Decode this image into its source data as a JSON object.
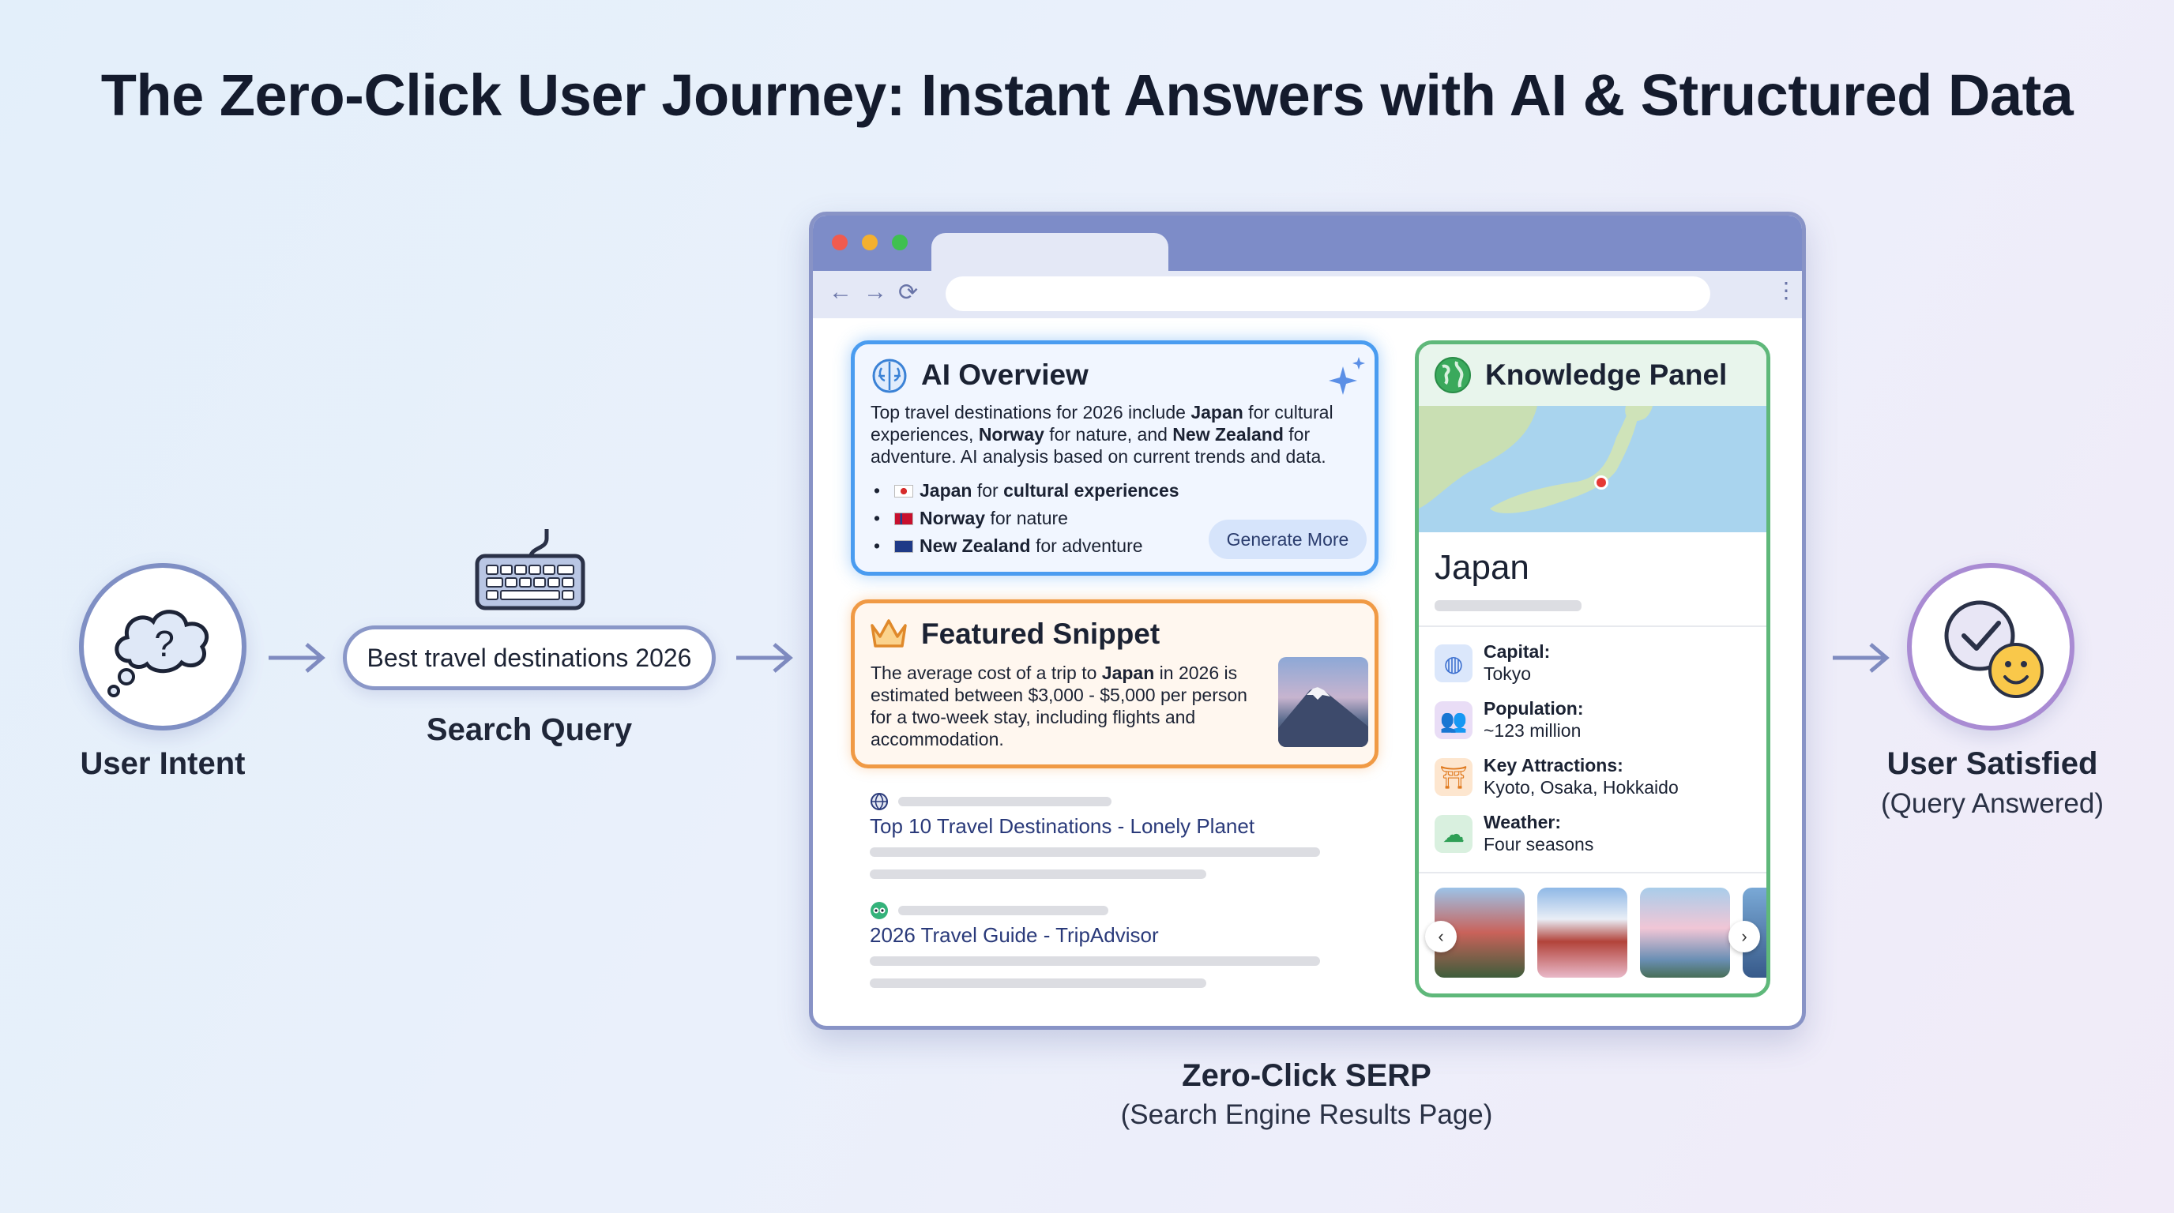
{
  "title": "The Zero-Click User Journey: Instant Answers with AI & Structured Data",
  "flow": {
    "user_intent": "User Intent",
    "query_text": "Best travel destinations 2026",
    "search_query": "Search Query",
    "serp_label": "Zero-Click SERP",
    "serp_sub": "(Search Engine Results Page)",
    "user_satisfied": "User Satisfied",
    "satisfied_sub": "(Query Answered)"
  },
  "ai_overview": {
    "title": "AI Overview",
    "text_parts": [
      "Top travel destinations for 2026 include ",
      "Japan",
      " for cultural experiences, ",
      "Norway",
      " for nature, and ",
      "New Zealand",
      " for adventure. AI analysis based on current trends and data."
    ],
    "bullets": [
      {
        "bold": "Japan",
        "rest": " for ",
        "rest_bold": "cultural experiences"
      },
      {
        "bold": "Norway",
        "rest": " for nature",
        "rest_bold": ""
      },
      {
        "bold": "New Zealand",
        "rest": " for adventure",
        "rest_bold": ""
      }
    ],
    "button": "Generate More"
  },
  "featured_snippet": {
    "title": "Featured Snippet",
    "text_parts": [
      "The average cost of a trip to ",
      "Japan",
      " in 2026 is estimated between $3,000 - $5,000 per person for a two-week stay, including flights and accommodation."
    ]
  },
  "results": [
    {
      "link": "Top 10 Travel Destinations - Lonely Planet",
      "icon": "globe-icon"
    },
    {
      "link": "2026 Travel Guide - TripAdvisor",
      "icon": "tripadvisor-icon"
    }
  ],
  "knowledge_panel": {
    "title": "Knowledge Panel",
    "name": "Japan",
    "rows": [
      {
        "label": "Capital:",
        "value": "Tokyo",
        "icon": "globe-icon",
        "color": "#dbe7fb"
      },
      {
        "label": "Population:",
        "value": "~123 million",
        "icon": "people-icon",
        "color": "#e9ddf6"
      },
      {
        "label": "Key Attractions:",
        "value": "Kyoto, Osaka, Hokkaido",
        "icon": "torii-icon",
        "color": "#fde6cf"
      },
      {
        "label": "Weather:",
        "value": "Four seasons",
        "icon": "weather-icon",
        "color": "#d9f0df"
      }
    ]
  },
  "colors": {
    "ai_border": "#4a9cf0",
    "snippet_border": "#f09a45",
    "panel_border": "#5fb87a",
    "browser_frame": "#7d8cc8"
  }
}
